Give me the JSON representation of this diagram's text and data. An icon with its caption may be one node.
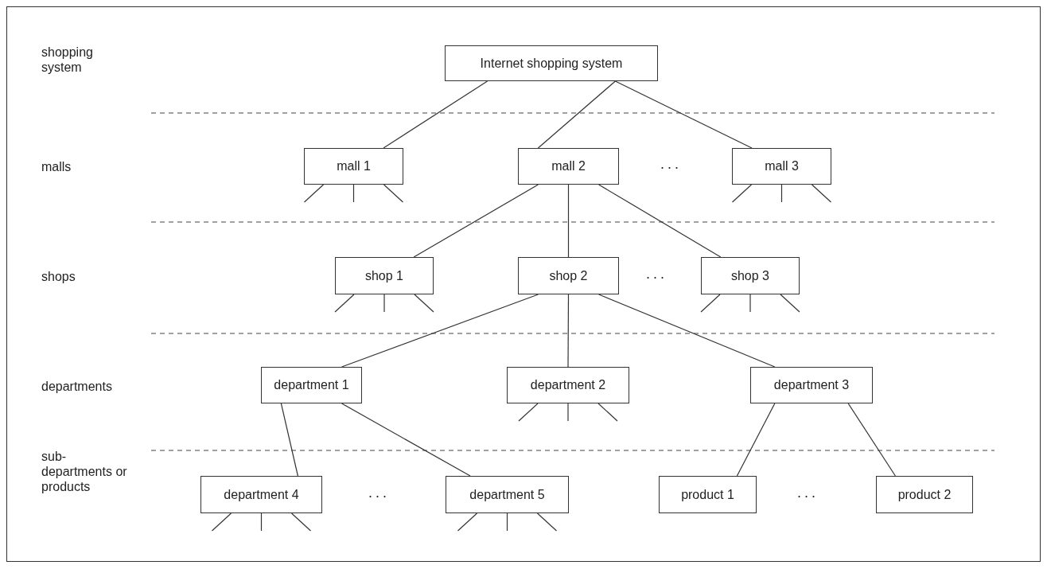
{
  "diagram": {
    "nodes": [
      {
        "text": [
          "Internet shopping system"
        ]
      },
      {
        "text": [
          "mall 1"
        ]
      },
      {
        "text": [
          "mall 2"
        ]
      },
      {
        "text": [
          "mall 3"
        ]
      },
      {
        "text": [
          "shop 1"
        ]
      },
      {
        "text": [
          "shop 2"
        ]
      },
      {
        "text": [
          "shop 3"
        ]
      },
      {
        "text": [
          "department 1"
        ]
      },
      {
        "text": [
          "department 2"
        ]
      },
      {
        "text": [
          "department 3"
        ]
      },
      {
        "text": [
          "department 4"
        ]
      },
      {
        "text": [
          "department 5"
        ]
      },
      {
        "text": [
          "product 1"
        ]
      },
      {
        "text": [
          "product 2"
        ]
      }
    ],
    "edges": [
      {
        "from": 0,
        "to": 1,
        "arrow": "none"
      },
      {
        "from": 0,
        "to": 2,
        "arrow": "none"
      },
      {
        "from": 0,
        "to": 3,
        "arrow": "none"
      },
      {
        "from": 2,
        "to": 4,
        "arrow": "none"
      },
      {
        "from": 2,
        "to": 5,
        "arrow": "none"
      },
      {
        "from": 2,
        "to": 6,
        "arrow": "none"
      },
      {
        "from": 5,
        "to": 7,
        "arrow": "none"
      },
      {
        "from": 5,
        "to": 8,
        "arrow": "none"
      },
      {
        "from": 5,
        "to": 9,
        "arrow": "none"
      },
      {
        "from": 7,
        "to": 10,
        "arrow": "none"
      },
      {
        "from": 7,
        "to": 11,
        "arrow": "none"
      },
      {
        "from": 9,
        "to": 12,
        "arrow": "none"
      },
      {
        "from": 9,
        "to": 13,
        "arrow": "none"
      },
      {
        "from": 1,
        "to": null,
        "arrow": "none"
      },
      {
        "from": 1,
        "to": null,
        "arrow": "none"
      },
      {
        "from": 1,
        "to": null,
        "arrow": "none"
      },
      {
        "from": 3,
        "to": null,
        "arrow": "none"
      },
      {
        "from": 3,
        "to": null,
        "arrow": "none"
      },
      {
        "from": 3,
        "to": null,
        "arrow": "none"
      },
      {
        "from": 4,
        "to": null,
        "arrow": "none"
      },
      {
        "from": 4,
        "to": null,
        "arrow": "none"
      },
      {
        "from": 4,
        "to": null,
        "arrow": "none"
      },
      {
        "from": 6,
        "to": null,
        "arrow": "none"
      },
      {
        "from": 6,
        "to": null,
        "arrow": "none"
      },
      {
        "from": 6,
        "to": null,
        "arrow": "none"
      },
      {
        "from": 8,
        "to": null,
        "arrow": "none"
      },
      {
        "from": 8,
        "to": null,
        "arrow": "none"
      },
      {
        "from": 8,
        "to": null,
        "arrow": "none"
      },
      {
        "from": 10,
        "to": null,
        "arrow": "none"
      },
      {
        "from": 10,
        "to": null,
        "arrow": "none"
      },
      {
        "from": 10,
        "to": null,
        "arrow": "none"
      },
      {
        "from": 11,
        "to": null,
        "arrow": "none"
      },
      {
        "from": 11,
        "to": null,
        "arrow": "none"
      },
      {
        "from": 11,
        "to": null,
        "arrow": "none"
      }
    ],
    "labels": [
      "shopping system",
      "malls",
      "...",
      "shops",
      "...",
      "departments",
      "sub- departments or products",
      "...",
      "..."
    ]
  }
}
